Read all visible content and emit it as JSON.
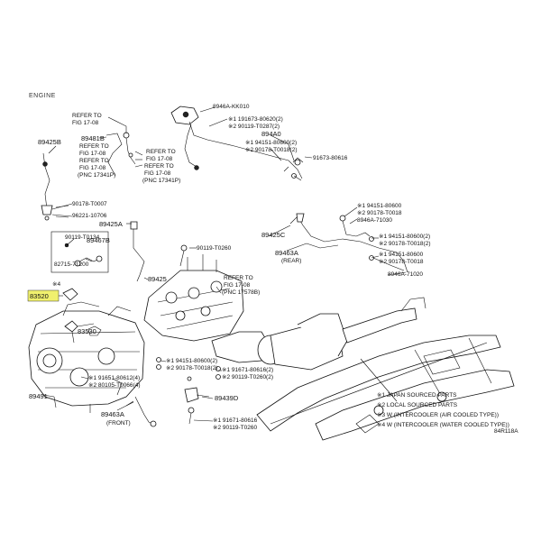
{
  "header": {
    "section": "ENGINE",
    "code": "84R118A"
  },
  "labels": {
    "l_846a_kk010": "8946A-KK010",
    "l_191673_80620": "※1 191673-80620(2)",
    "l_290119_t0287": "※2 90119-T0287(2)",
    "l_8940": "894A0",
    "l_94151_80600_top": "※1 94151-80600(2)",
    "l_90178_t0018_top": "※2 90178-T0018(2)",
    "l_91673_80616": "91673-80616",
    "l_refer_1": "REFER TO",
    "l_fig_1": "FIG 17-08",
    "l_89481b": "89481B",
    "l_refer_2": "REFER TO",
    "l_fig_2": "FIG 17-08",
    "l_refer_3": "REFER TO",
    "l_fig_3": "FIG 17-08",
    "l_refer_4": "REFER TO",
    "l_refer_5": "REFER TO",
    "l_fig_5": "FIG 17-08",
    "l_fig_4": "FIG 17-08",
    "l_pnc_17341p_a": "(PNC 17341P)",
    "l_pnc_17341p_b": "(PNC 17341P)",
    "l_89425b": "89425B",
    "l_90178_t0007": "90178-T0007",
    "l_96221_10706": "96221-10706",
    "l_89425a": "89425A",
    "l_90119_t0134": "90119-T0134",
    "l_89467b": "89467B",
    "l_82715_71200": "82715-71200",
    "l_star4": "※4",
    "l_83520": "83520",
    "l_90119_t0260": "90119-T0260",
    "l_89425": "89425",
    "l_refer_6": "REFER TO",
    "l_fig_6": "FIG 17-08",
    "l_pnc_17578b": "(PNC 17578B)",
    "l_94151_80600_r1": "※1 94151-80600",
    "l_90178_t0018_r1": "※2 90178-T0018",
    "l_8946a_71030": "8946A-71030",
    "l_89425c": "89425C",
    "l_89463a_rear": "89463A",
    "l_rear": "(REAR)",
    "l_94151_80600_r2": "※1 94151-80600(2)",
    "l_90178_t0018_r2": "※2 90178-T0018(2)",
    "l_94151_80600_r3": "※1 94151-80600",
    "l_90178_t0018_r3": "※2 90178-T0018",
    "l_8946a_71020": "8946A-71020",
    "l_83530": "83530",
    "l_94151_80600_m": "※1 94151-80600(2)",
    "l_90178_t0018_m": "※2 90178-T0018(2)",
    "l_191671_80616": "※1 91671-80616(2)",
    "l_290119_t0260": "※2 90119-T0260(2)",
    "l_89439d": "89439D",
    "l_89491": "89491",
    "l_191651_80612": "※1 91651-80612(4)",
    "l_280105_t0066": "※2 80105-T0066(4)",
    "l_89463a_front": "89463A",
    "l_front": "(FRONT)",
    "l_191671_80616_b": "※1 91671-80616",
    "l_290119_t0260_b": "※2 90119-T0260"
  },
  "legend": [
    "※1 JAPAN SOURCED PARTS",
    "※2 LOCAL SOURCED PARTS",
    "※3 W (INTERCOOLER (AIR COOLED TYPE))",
    "※4 W (INTERCOOLER (WATER COOLED TYPE))"
  ],
  "colors": {
    "highlight": "#f0f06e",
    "ink": "#111111"
  }
}
